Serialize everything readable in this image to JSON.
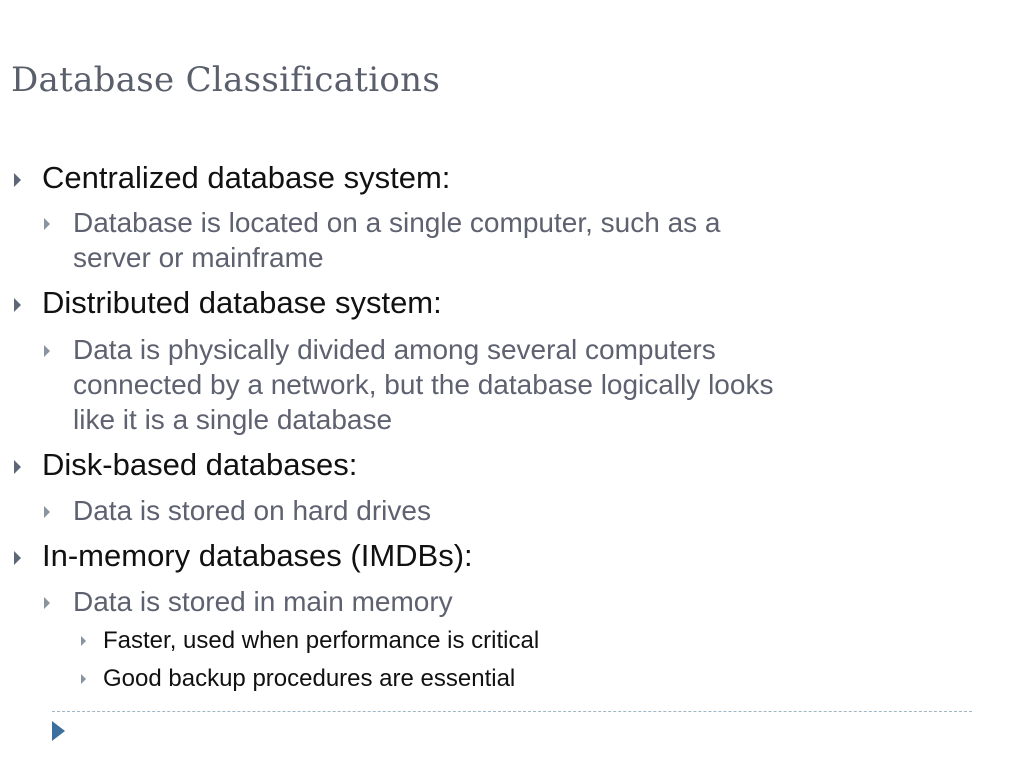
{
  "slide": {
    "title": "Database Classifications",
    "bullets": [
      {
        "label": "Centralized database system:",
        "sub": [
          {
            "lines": [
              "Database is located on a single computer, such as a",
              "server or mainframe"
            ]
          }
        ]
      },
      {
        "label": "Distributed database system:",
        "sub": [
          {
            "lines": [
              "Data is physically divided among several computers",
              "connected by a network, but the database logically looks",
              "like it is a single database"
            ]
          }
        ]
      },
      {
        "label": "Disk-based databases:",
        "sub": [
          {
            "lines": [
              "Data is stored on hard drives"
            ]
          }
        ]
      },
      {
        "label": "In-memory databases (IMDBs):",
        "sub": [
          {
            "lines": [
              "Data is stored in main memory"
            ],
            "sub": [
              {
                "text": "Faster, used when performance is critical"
              },
              {
                "text": "Good backup procedures are essential"
              }
            ]
          }
        ]
      }
    ],
    "colors": {
      "title": "#5a5f6c",
      "level1_text": "#111111",
      "level2_text": "#5e6270",
      "level3_text": "#111111",
      "bullet_level1": "#5c6878",
      "bullet_level2": "#8a93a0",
      "footer_arrow": "#3d6f9e",
      "divider": "#9fb6c7"
    },
    "icons": {
      "bullet": "triangle-right-icon",
      "footer": "footer-arrow-icon"
    }
  }
}
